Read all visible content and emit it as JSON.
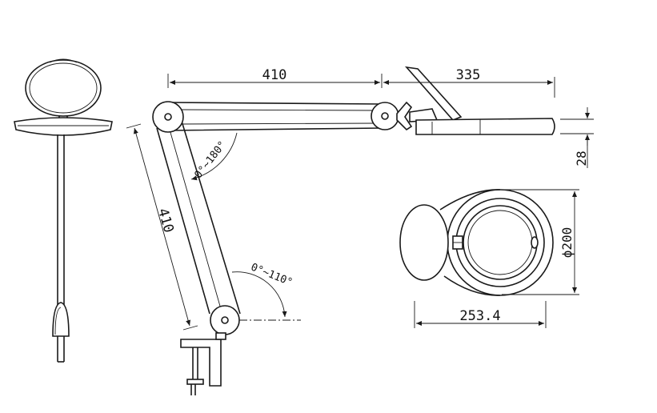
{
  "dimensions": {
    "upper_arm_length": "410",
    "lower_arm_length": "410",
    "head_length": "335",
    "head_thickness": "28",
    "lens_diameter": "ϕ200",
    "head_width": "253.4"
  },
  "angles": {
    "upper_joint": "0°~180°",
    "lower_joint": "0°~110°"
  }
}
